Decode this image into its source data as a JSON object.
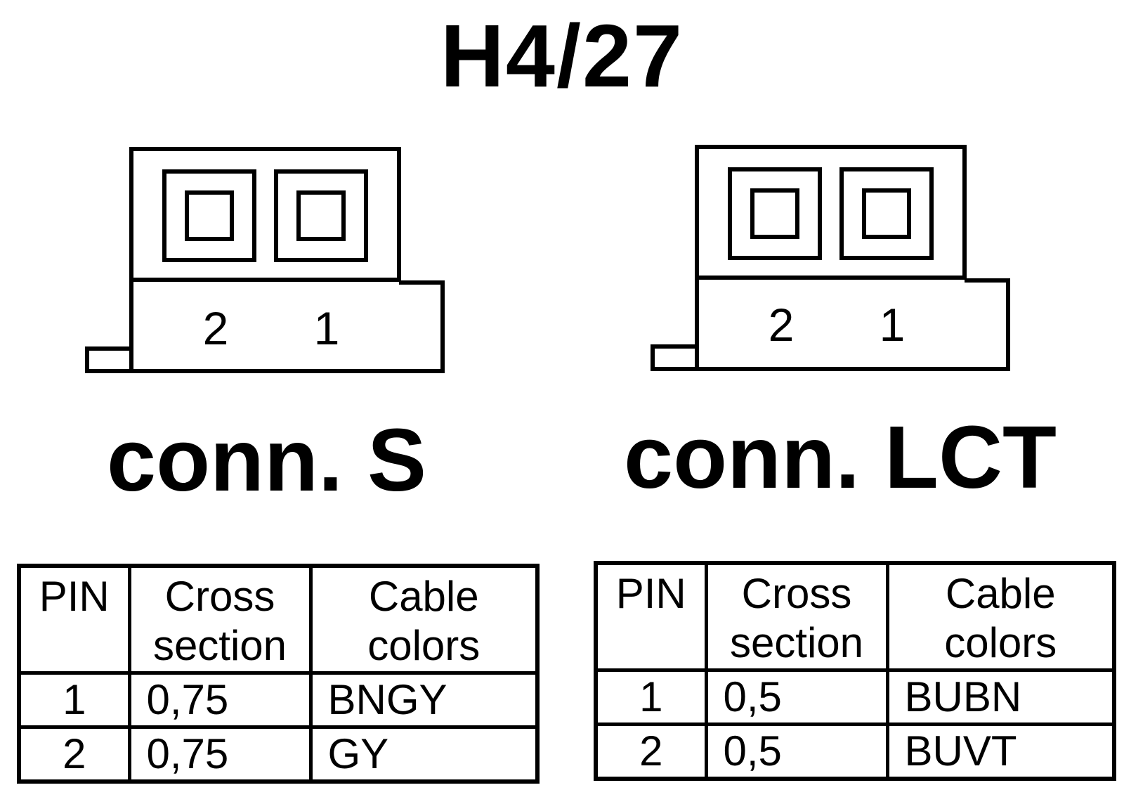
{
  "title": "H4/27",
  "connectors": [
    {
      "label": "conn. S",
      "pin_numbers": [
        "2",
        "1"
      ],
      "table": {
        "headers": [
          [
            "PIN"
          ],
          [
            "Cross",
            "section"
          ],
          [
            "Cable",
            "colors"
          ]
        ],
        "rows": [
          {
            "pin": "1",
            "cross_section": "0,75",
            "colors": "BNGY"
          },
          {
            "pin": "2",
            "cross_section": "0,75",
            "colors": "GY"
          }
        ]
      }
    },
    {
      "label": "conn. LCT",
      "pin_numbers": [
        "2",
        "1"
      ],
      "table": {
        "headers": [
          [
            "PIN"
          ],
          [
            "Cross",
            "section"
          ],
          [
            "Cable",
            "colors"
          ]
        ],
        "rows": [
          {
            "pin": "1",
            "cross_section": "0,5",
            "colors": "BUBN"
          },
          {
            "pin": "2",
            "cross_section": "0,5",
            "colors": "BUVT"
          }
        ]
      }
    }
  ]
}
